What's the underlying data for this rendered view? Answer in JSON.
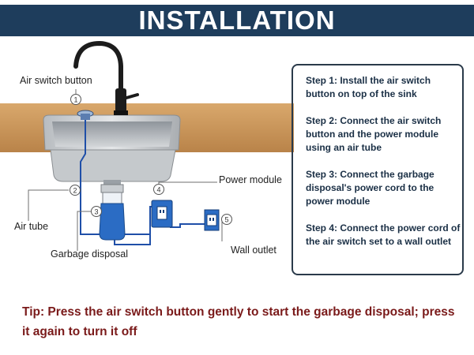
{
  "title": "INSTALLATION",
  "labels": {
    "air_switch_button": "Air switch button",
    "air_tube": "Air tube",
    "garbage_disposal": "Garbage disposal",
    "power_module": "Power module",
    "wall_outlet": "Wall outlet"
  },
  "callouts": [
    "1",
    "2",
    "3",
    "4",
    "5"
  ],
  "steps": [
    {
      "prefix": "Step 1:",
      "text": " Install the air switch button on top of the sink"
    },
    {
      "prefix": "Step 2:",
      "text": " Connect the air switch button and the power module using an air tube"
    },
    {
      "prefix": "Step 3:",
      "text": " Connect the garbage disposal's power cord to the power module"
    },
    {
      "prefix": "Step 4:",
      "text": " Connect the power cord of the air switch set to a wall outlet"
    }
  ],
  "tip": "Tip: Press the air switch button gently to start the garbage disposal; press it again to turn it off",
  "colors": {
    "banner": "#1e3d5c",
    "countertop": "#c9955a",
    "tube": "#1f4fa8",
    "tip": "#7a1a1a",
    "step_text": "#1a2f45"
  }
}
